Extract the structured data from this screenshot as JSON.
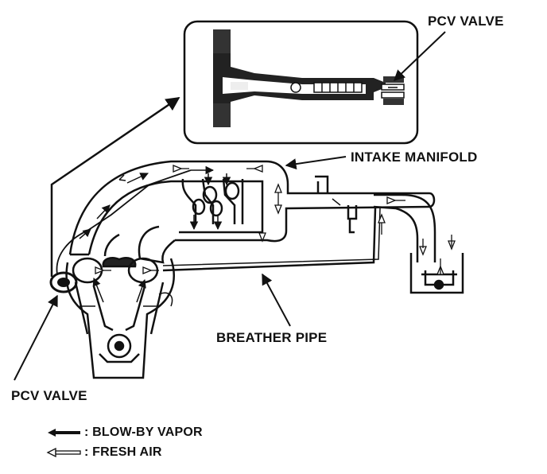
{
  "labels": {
    "pcv_valve_top": "PCV VALVE",
    "intake_manifold": "INTAKE MANIFOLD",
    "breather_pipe": "BREATHER PIPE",
    "pcv_valve_bottom": "PCV VALVE"
  },
  "legend": {
    "blow_by": ": BLOW-BY VAPOR",
    "fresh_air": ": FRESH AIR"
  }
}
